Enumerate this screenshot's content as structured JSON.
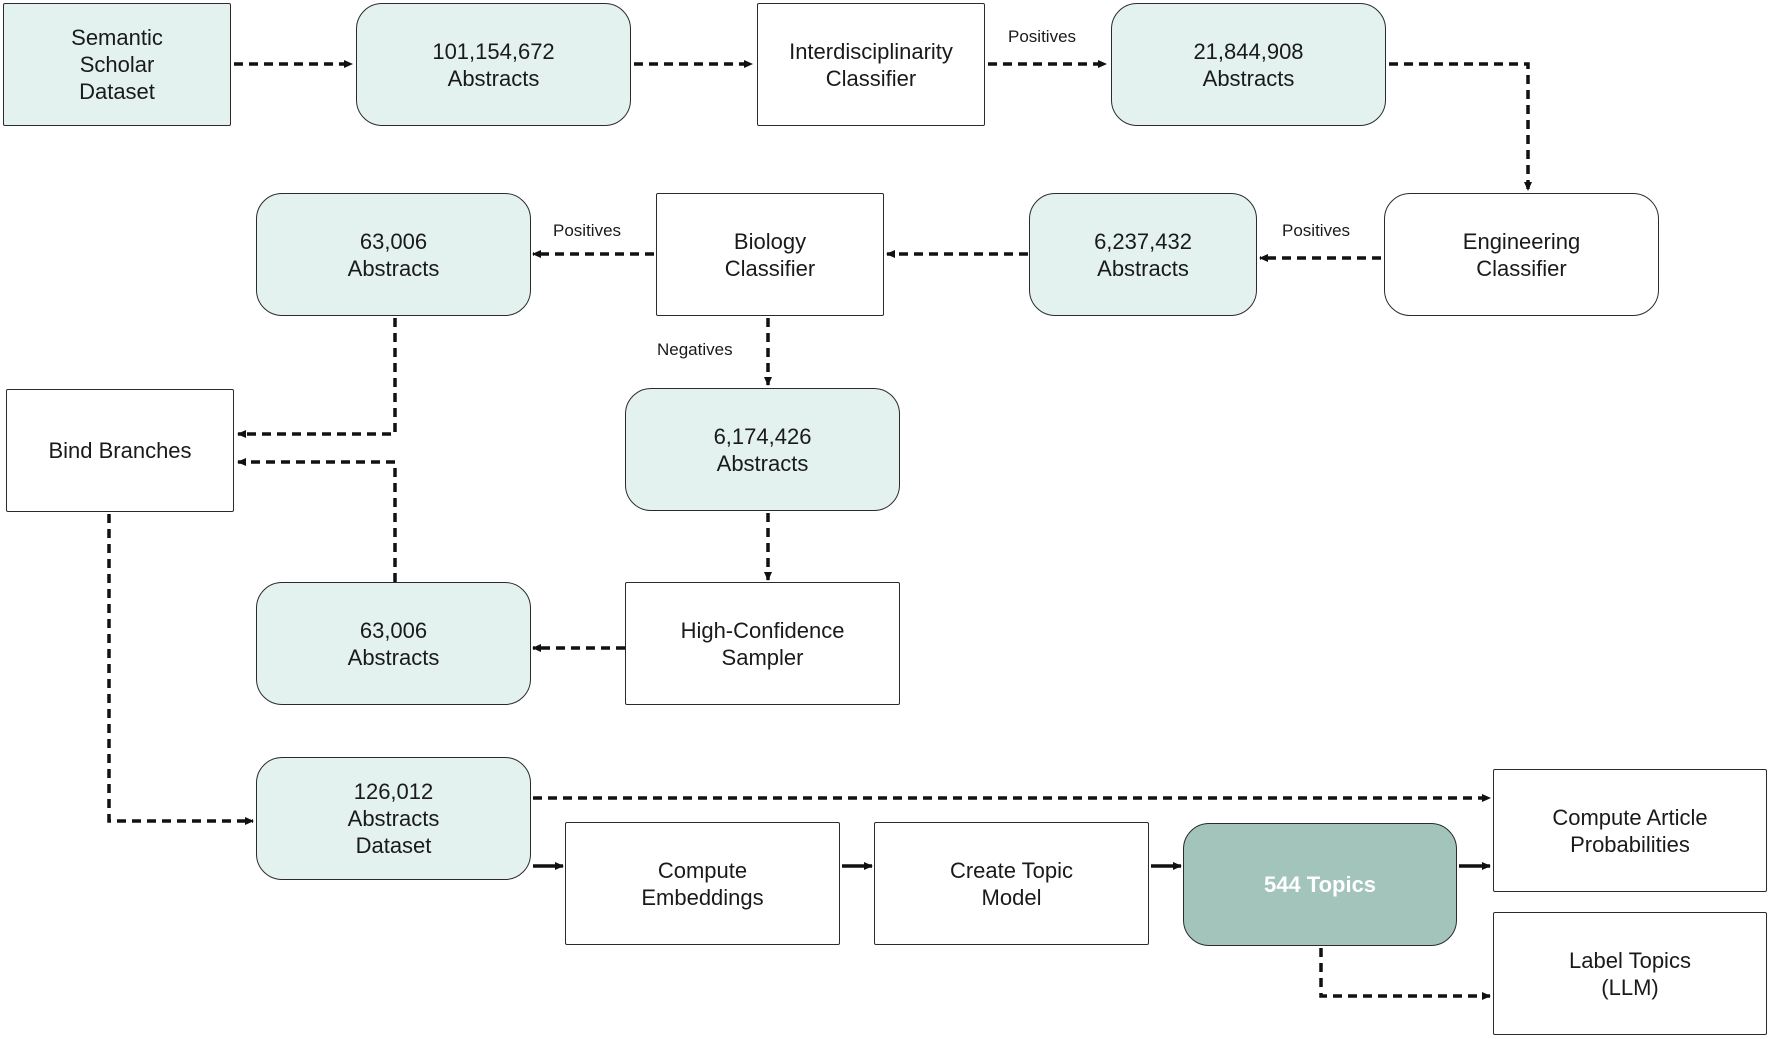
{
  "nodes": {
    "semantic_scholar": "Semantic\nScholar\nDataset",
    "abstracts_101m": "101,154,672\nAbstracts",
    "interdisciplinarity_classifier": "Interdisciplinarity\nClassifier",
    "abstracts_21m": "21,844,908\nAbstracts",
    "engineering_classifier": "Engineering\nClassifier",
    "abstracts_6_2m": "6,237,432\nAbstracts",
    "biology_classifier": "Biology\nClassifier",
    "abstracts_63k_top": "63,006\nAbstracts",
    "bind_branches": "Bind Branches",
    "abstracts_6_1m": "6,174,426\nAbstracts",
    "high_confidence_sampler": "High-Confidence\nSampler",
    "abstracts_63k_bottom": "63,006\nAbstracts",
    "dataset_126k": "126,012\nAbstracts\nDataset",
    "compute_embeddings": "Compute\nEmbeddings",
    "create_topic_model": "Create Topic\nModel",
    "topics_544": "544 Topics",
    "compute_article_probabilities": "Compute Article\nProbabilities",
    "label_topics": "Label Topics\n(LLM)"
  },
  "edge_labels": {
    "positives_1": "Positives",
    "positives_2": "Positives",
    "positives_3": "Positives",
    "negatives": "Negatives"
  },
  "colors": {
    "data_fill": "#e3f1ef",
    "highlight_fill": "#a3c4bb",
    "process_fill": "#ffffff",
    "edge": "#111111"
  }
}
